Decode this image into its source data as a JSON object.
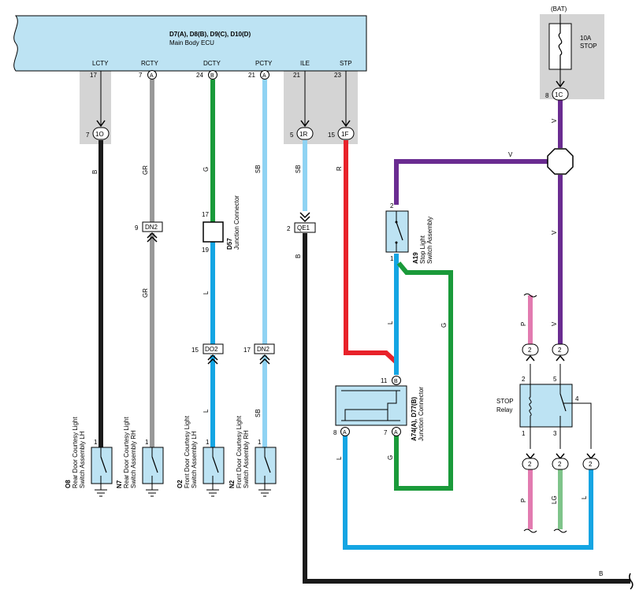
{
  "ecu": {
    "connectors": "D7(A), D8(B), D9(C), D10(D)",
    "name": "Main Body ECU",
    "pins": [
      {
        "label": "LCTY",
        "num": "17",
        "conn": ""
      },
      {
        "label": "RCTY",
        "num": "7",
        "conn": "A"
      },
      {
        "label": "DCTY",
        "num": "24",
        "conn": "B"
      },
      {
        "label": "PCTY",
        "num": "21",
        "conn": "A"
      },
      {
        "label": "ILE",
        "num": "21",
        "conn": ""
      },
      {
        "label": "STP",
        "num": "23",
        "conn": ""
      }
    ]
  },
  "junction_blocks": [
    {
      "pin": "7",
      "code": "1O"
    },
    {
      "pin": "5",
      "code": "1R"
    },
    {
      "pin": "15",
      "code": "1F"
    },
    {
      "pin": "8",
      "code": "1C"
    }
  ],
  "wire_colors": {
    "B": "B",
    "GR": "GR",
    "G": "G",
    "SB": "SB",
    "R": "R",
    "V": "V",
    "L": "L",
    "P": "P",
    "LG": "LG"
  },
  "colors": {
    "black": "#1a1a1a",
    "gray": "#999999",
    "green": "#1a9a3a",
    "lightblue": "#8fd3f3",
    "blue": "#14a5e3",
    "red": "#e8222a",
    "purple": "#6a2c91",
    "pink": "#e27bb0",
    "lightgreen": "#7fc48a",
    "ecu": "#bde3f3",
    "panel": "#d4d4d4"
  },
  "inline_connectors": [
    {
      "pin": "9",
      "code": "DN2"
    },
    {
      "pin": "2",
      "code": "QE1"
    },
    {
      "pin": "15",
      "code": "DO2"
    },
    {
      "pin": "17",
      "code": "DN2"
    }
  ],
  "d57": {
    "id": "D57",
    "name": "Junction Connector",
    "pin_top": "17",
    "pin_bottom": "19"
  },
  "a19": {
    "id": "A19",
    "name1": "Stop Light",
    "name2": "Switch Assembly",
    "pin_top": "2",
    "pin_bottom": "1"
  },
  "a74": {
    "id": "A74(A), D77(B)",
    "name": "Junction Connector",
    "pin_b": "11",
    "conn_b": "B",
    "pin_a1": "8",
    "conn_a1": "A",
    "pin_a2": "7",
    "conn_a2": "A"
  },
  "fuse": {
    "source": "(BAT)",
    "rating": "10A",
    "name": "STOP"
  },
  "relay": {
    "name1": "STOP",
    "name2": "Relay",
    "pins": [
      "2",
      "5",
      "4",
      "1",
      "3"
    ],
    "conn": "2"
  },
  "switches": [
    {
      "id": "O8",
      "line1": "Rear Door Courtesy Light",
      "line2": "Switch Assembly LH",
      "pin": "1"
    },
    {
      "id": "N7",
      "line1": "Rear Door Courtesy Light",
      "line2": "Switch Assembly RH",
      "pin": "1"
    },
    {
      "id": "O2",
      "line1": "Front Door Courtesy Light",
      "line2": "Switch Assembly LH",
      "pin": "1"
    },
    {
      "id": "N2",
      "line1": "Front Door Courtesy Light",
      "line2": "Switch Assembly RH",
      "pin": "1"
    }
  ]
}
